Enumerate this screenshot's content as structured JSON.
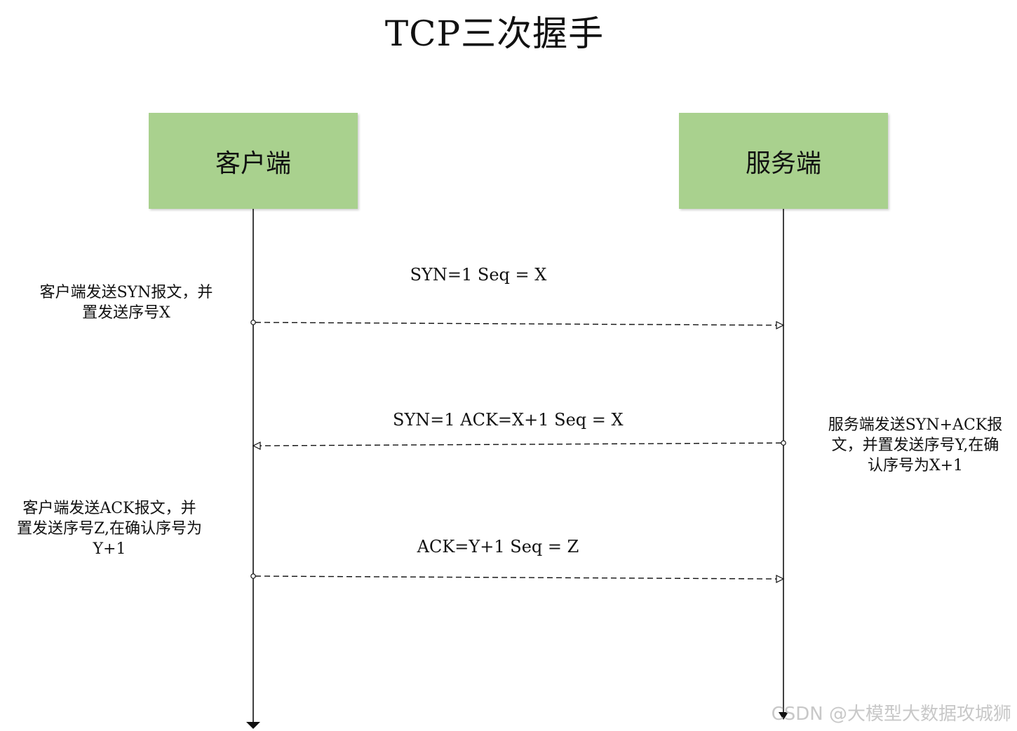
{
  "title": "TCP三次握手",
  "actors": {
    "client": "客户端",
    "server": "服务端"
  },
  "messages": [
    {
      "label": "SYN=1 Seq = X",
      "from": "client",
      "to": "server",
      "note": [
        "客户端发送SYN报文，并",
        "置发送序号X"
      ]
    },
    {
      "label": "SYN=1 ACK=X+1  Seq = X",
      "from": "server",
      "to": "client",
      "note": [
        "服务端发送SYN+ACK报",
        "文，并置发送序号Y,在确",
        "认序号为X+1"
      ]
    },
    {
      "label": "ACK=Y+1  Seq = Z",
      "from": "client",
      "to": "server",
      "note": [
        "客户端发送ACK报文，并",
        "置发送序号Z,在确认序号为",
        "Y+1"
      ]
    }
  ],
  "colors": {
    "actor_fill": "#a9d18e",
    "line": "#111111",
    "watermark": "#c8c8c8"
  },
  "watermark": "CSDN @大模型大数据攻城狮"
}
